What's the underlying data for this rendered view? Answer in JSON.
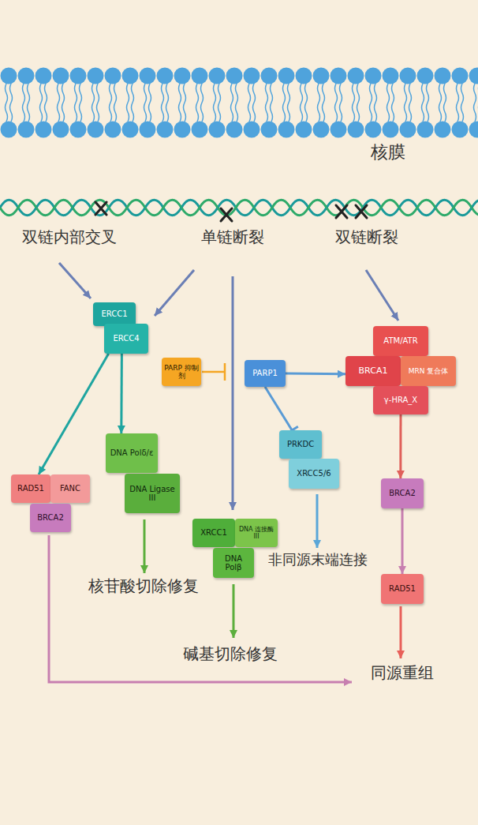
{
  "diagram": {
    "nodes": [
      {
        "text": [
          "ERCC1"
        ]
      },
      {
        "text": [
          "ERCC4"
        ]
      },
      {
        "text": [
          "PARP 抑制剂"
        ]
      },
      {
        "text": [
          "PARP1"
        ]
      },
      {
        "text": [
          "ATM/ATR"
        ]
      },
      {
        "text": [
          "BRCA1"
        ]
      },
      {
        "text": [
          "MRN 复合体"
        ]
      },
      {
        "text": [
          "γ-HRA_X"
        ]
      },
      {
        "text": [
          "PRKDC"
        ]
      },
      {
        "text": [
          "XRCC5/6"
        ]
      },
      {
        "text": [
          "DNA Polδ/ε"
        ]
      },
      {
        "text": [
          "DNA Ligase III"
        ]
      },
      {
        "text": [
          "RAD51"
        ]
      },
      {
        "text": [
          "FANC"
        ]
      },
      {
        "text": [
          "BRCA2"
        ]
      },
      {
        "text": [
          "BRCA2"
        ]
      },
      {
        "text": [
          "RAD51"
        ]
      },
      {
        "text": [
          "XRCC1"
        ]
      },
      {
        "text": [
          "DNA 连接酶 III"
        ]
      },
      {
        "text": [
          "DNA Polβ"
        ]
      }
    ],
    "edges": [
      {
        "from": 1,
        "to": 10,
        "arrow": "to"
      },
      {
        "from": 1,
        "to": 12,
        "arrow": "to"
      },
      {
        "from": 3,
        "to": 5,
        "arrow": "to"
      },
      {
        "from": 3,
        "to": 8,
        "arrow": "to"
      },
      {
        "from": 7,
        "to": 15,
        "arrow": "to"
      },
      {
        "from": 15,
        "to": 16,
        "arrow": "to"
      }
    ],
    "labels": [
      "核膜",
      "双链内部交叉",
      "单链断裂",
      "双链断裂",
      "核苷酸切除修复",
      "碱基切除修复",
      "非同源末端连接",
      "同源重组"
    ]
  }
}
